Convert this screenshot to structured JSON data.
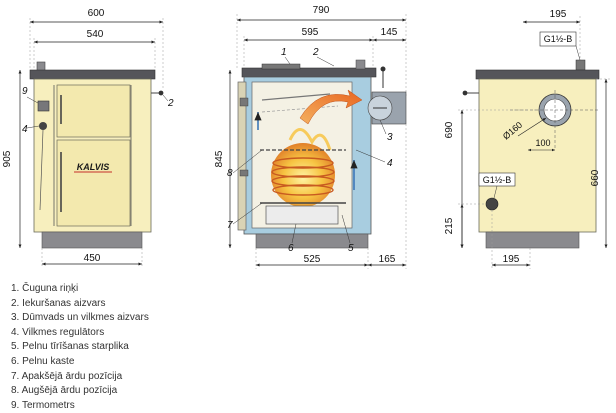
{
  "dimensions": {
    "front_total_width": "600",
    "front_inner_width": "540",
    "front_height": "905",
    "front_base_width": "450",
    "side_total_width": "790",
    "side_body_width": "595",
    "side_flue_width": "145",
    "side_height": "845",
    "side_base_width": "525",
    "side_rear_offset": "165",
    "rear_flue_offset": "195",
    "rear_flue_height": "690",
    "rear_flue_diameter": "Ø160",
    "rear_flue_center": "100",
    "rear_return_height": "660",
    "rear_bottom_height": "215",
    "rear_bottom_offset": "195",
    "fitting_top": "G1½-B",
    "fitting_bottom": "G1½-B"
  },
  "callouts": {
    "n1": "1",
    "n2": "2",
    "n3": "3",
    "n4": "4",
    "n5": "5",
    "n6": "6",
    "n7": "7",
    "n8": "8",
    "n9": "9"
  },
  "brand": {
    "logo_text": "KALVIS"
  },
  "legend": [
    "1. Čuguna riņķi",
    "2. Iekuršanas aizvars",
    "3. Dūmvads un vilkmes aizvars",
    "4. Vilkmes regulātors",
    "5. Pelnu tīrīšanas starplika",
    "6. Pelnu kaste",
    "7. Apakšējā ārdu pozīcija",
    "8. Augšējā ārdu pozīcija",
    "9. Termometrs"
  ],
  "colors": {
    "body": "#f7efbe",
    "body_stroke": "#6a6a5a",
    "top_plate": "#55555a",
    "base": "#8a8a8e",
    "water_jacket": "#a8cde0",
    "flame": "#f2b233",
    "smoke": "#f08a3c",
    "arrow_blue": "#3c77b8"
  }
}
